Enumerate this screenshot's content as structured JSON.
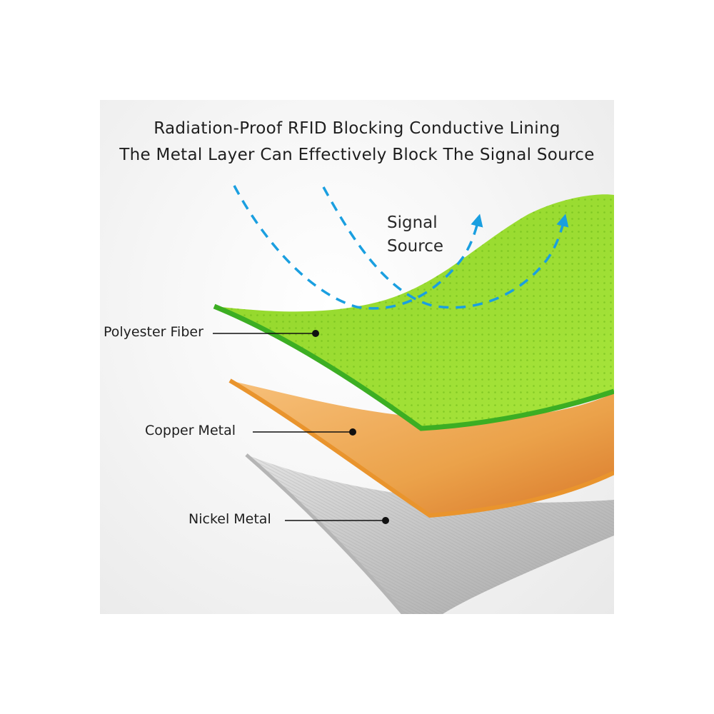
{
  "title": {
    "line1": "Radiation-Proof RFID Blocking Conductive Lining",
    "line2": "The Metal Layer Can Effectively Block The Signal Source"
  },
  "signal": {
    "line1": "Signal",
    "line2": "Source"
  },
  "layers": [
    {
      "label": "Polyester Fiber",
      "color": "#8fd62a"
    },
    {
      "label": "Copper Metal",
      "color": "#f0a443"
    },
    {
      "label": "Nickel Metal",
      "color": "#cfcfcf"
    }
  ],
  "colors": {
    "signal_arrow": "#1a9fe0",
    "leader_line": "#111111"
  }
}
